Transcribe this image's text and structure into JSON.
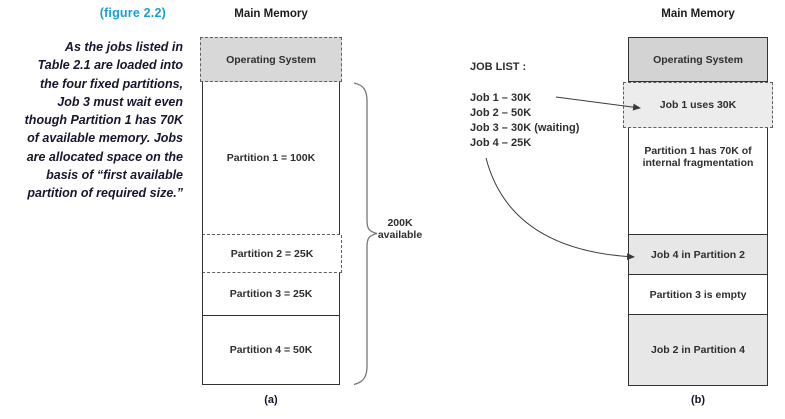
{
  "figure": {
    "label": "(figure 2.2)",
    "accent_color": "#18a0d5",
    "caption_lines": [
      "As the jobs listed in",
      "Table 2.1 are loaded into",
      "the four fixed partitions,",
      "Job 3 must wait even",
      "though Partition 1 has 70K",
      "of available memory. Jobs",
      "are allocated space on the",
      "basis of “first available",
      "partition of required size.”"
    ]
  },
  "diagram_a": {
    "title": "Main Memory",
    "os_label": "Operating System",
    "partitions": [
      {
        "label": "Partition 1 = 100K"
      },
      {
        "label": "Partition 2 = 25K"
      },
      {
        "label": "Partition 3 = 25K"
      },
      {
        "label": "Partition 4 = 50K"
      }
    ],
    "brace_label_line1": "200K",
    "brace_label_line2": "available",
    "sublabel": "(a)"
  },
  "job_list": {
    "heading": "JOB LIST :",
    "jobs": [
      "Job 1 – 30K",
      "Job 2 – 50K",
      "Job 3 – 30K (waiting)",
      "Job 4 – 25K"
    ]
  },
  "diagram_b": {
    "title": "Main Memory",
    "os_label": "Operating System",
    "job1_label": "Job 1 uses 30K",
    "partition1_line1": "Partition 1 has 70K of",
    "partition1_line2": "internal fragmentation",
    "job4_label": "Job 4 in Partition 2",
    "partition3_label": "Partition 3 is empty",
    "job2_label": "Job 2 in Partition 4",
    "sublabel": "(b)"
  },
  "colors": {
    "os_fill": "#d8d8d8",
    "dashed_job_fill": "#ececec",
    "allocated_fill": "#e7e7e7",
    "border": "#333333",
    "dashed_border": "#5f5f5f"
  }
}
